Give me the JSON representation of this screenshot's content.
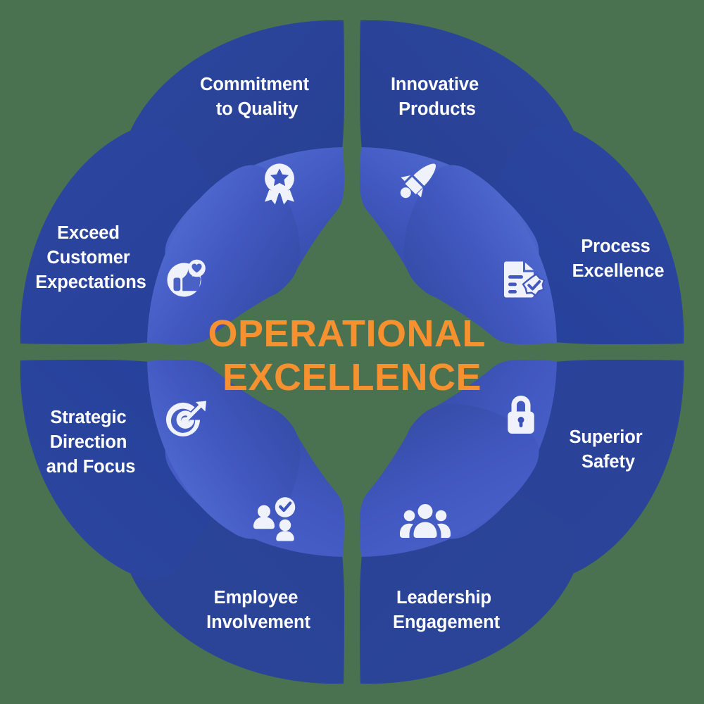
{
  "diagram": {
    "type": "circular-petal-wheel",
    "center_title_line1": "OPERATIONAL",
    "center_title_line2": "EXCELLENCE",
    "segment_count": 8,
    "colors": {
      "background_green": "#4a7150",
      "petal_blue": "#2b4499",
      "petal_blue_dark": "#233b8c",
      "inner_leaf_blue": "#4158c0",
      "inner_leaf_blue_light": "#5370d4",
      "label_white": "#ffffff",
      "title_orange": "#f7902e",
      "icon_white": "#f0f2fb"
    }
  },
  "segments": [
    {
      "id": "commitment-to-quality",
      "label_line1": "Commitment",
      "label_line2": "to Quality",
      "icon": "award-medal-icon",
      "position": "top-left"
    },
    {
      "id": "innovative-products",
      "label_line1": "Innovative",
      "label_line2": "Products",
      "icon": "rocket-icon",
      "position": "top-right"
    },
    {
      "id": "process-excellence",
      "label_line1": "Process",
      "label_line2": "Excellence",
      "icon": "document-check-icon",
      "position": "right-upper"
    },
    {
      "id": "superior-safety",
      "label_line1": "Superior",
      "label_line2": "Safety",
      "icon": "padlock-icon",
      "position": "right-lower"
    },
    {
      "id": "leadership-engagement",
      "label_line1": "Leadership",
      "label_line2": "Engagement",
      "icon": "team-group-icon",
      "position": "bottom-right"
    },
    {
      "id": "employee-involvement",
      "label_line1": "Employee",
      "label_line2": "Involvement",
      "icon": "people-check-icon",
      "position": "bottom-left"
    },
    {
      "id": "strategic-direction-and-focus",
      "label_line1": "Strategic",
      "label_line2": "Direction",
      "label_line3": "and Focus",
      "icon": "target-dart-icon",
      "position": "left-lower"
    },
    {
      "id": "exceed-customer-expectations",
      "label_line1": "Exceed",
      "label_line2": "Customer",
      "label_line3": "Expectations",
      "icon": "thumbs-up-heart-icon",
      "position": "left-upper"
    }
  ]
}
